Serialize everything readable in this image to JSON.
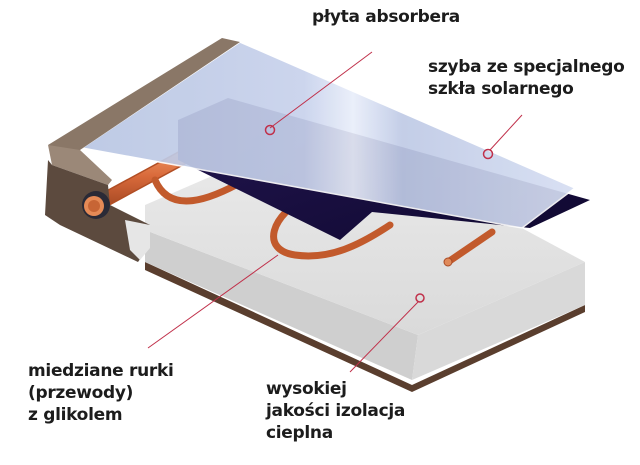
{
  "diagram": {
    "subject": "flat plate solar collector cross-section",
    "components": [
      {
        "id": "absorber",
        "name": "absorber plate",
        "color": "#1a0f45"
      },
      {
        "id": "glass",
        "name": "solar glass pane",
        "color": "#c9d3ea"
      },
      {
        "id": "pipes",
        "name": "copper pipes",
        "color": "#d9713e"
      },
      {
        "id": "insulation",
        "name": "thermal insulation",
        "color": "#e4e4e4"
      },
      {
        "id": "frame",
        "name": "aluminium frame",
        "color": "#6e5e52"
      }
    ],
    "leader_color": "#c0304a"
  },
  "labels": {
    "absorber": {
      "lines": [
        "płyta absorbera"
      ]
    },
    "glass": {
      "lines": [
        "szyba ze specjalnego",
        "szkła solarnego"
      ]
    },
    "pipes": {
      "lines": [
        "miedziane rurki",
        "(przewody)",
        "z glikolem"
      ]
    },
    "insulation": {
      "lines": [
        "wysokiej",
        "jakości izolacja",
        "cieplna"
      ]
    }
  }
}
